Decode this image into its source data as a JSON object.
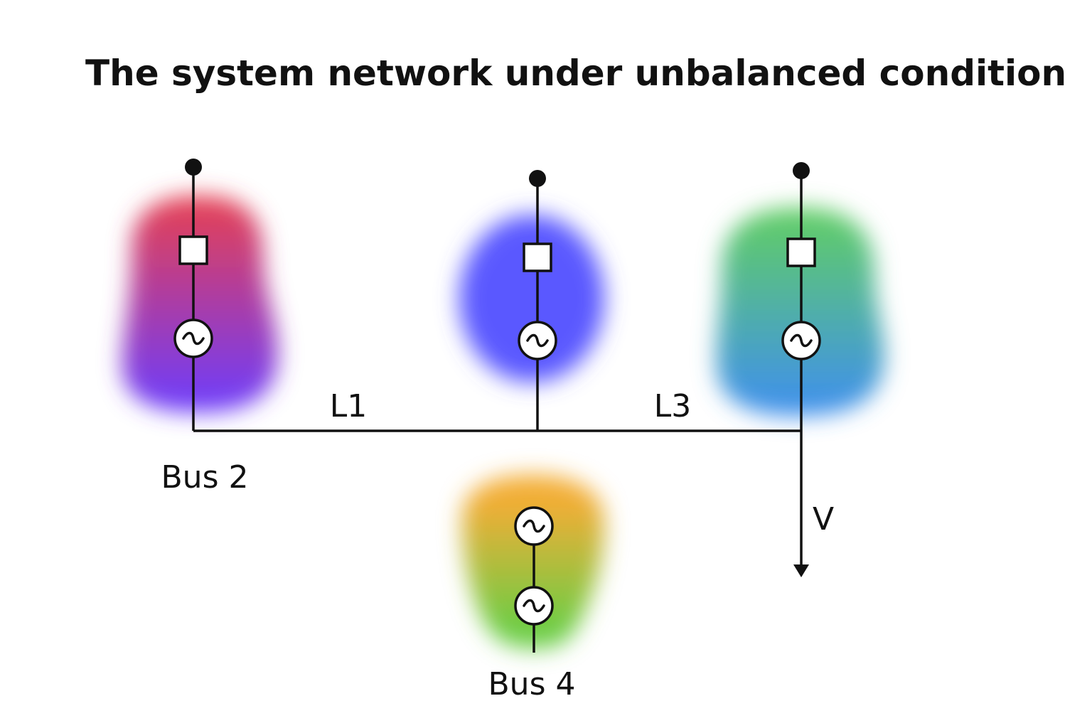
{
  "title": "The system network under unbalanced condition",
  "labels": {
    "line_1": "L1",
    "line_3": "L3",
    "load": "V",
    "bus_2": "Bus 2",
    "bus_4": "Bus 4"
  },
  "colors": {
    "blob_left_top": "#e8404f",
    "blob_left_bottom": "#6b3cff",
    "blob_center": "#5a58ff",
    "blob_right_top": "#62cf62",
    "blob_right_bottom": "#3e8ef0",
    "blob_bottom_top": "#f3ad36",
    "blob_bottom_bottom": "#6acd45",
    "line": "#111111"
  }
}
